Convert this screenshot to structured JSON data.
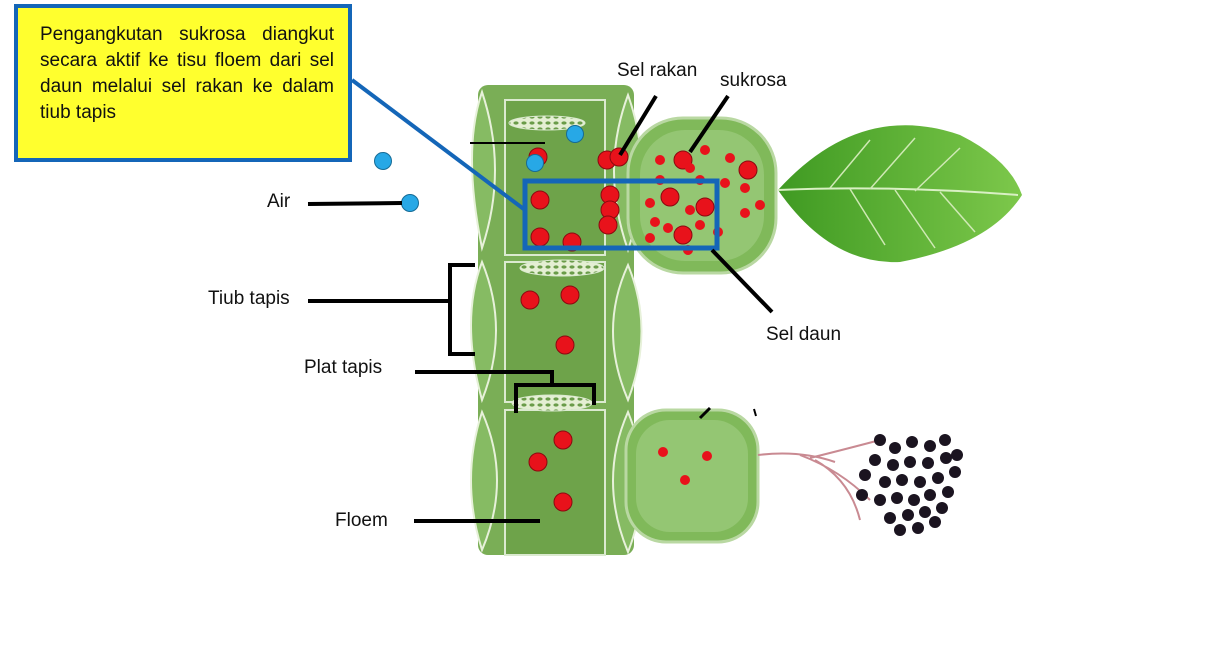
{
  "callout": {
    "text": "Pengangkutan sukrosa diangkut secara aktif ke tisu floem dari sel daun melalui sel rakan ke dalam tiub tapis"
  },
  "labels": {
    "sel_rakan": "Sel rakan",
    "sukrosa": "sukrosa",
    "air": "Air",
    "tiub_tapis": "Tiub tapis",
    "plat_tapis": "Plat tapis",
    "sel_daun": "Sel daun",
    "floem": "Floem"
  },
  "colors": {
    "callout_bg": "#ffff2e",
    "callout_border": "#1466b8",
    "highlight_box": "#1466b8",
    "sucrose": "#e8121b",
    "water": "#27a8e6",
    "phloem_cell": "#7cb45a",
    "phloem_dark": "#5e9a3e",
    "leaf": "#5cb133",
    "berries": "#1b1420"
  }
}
